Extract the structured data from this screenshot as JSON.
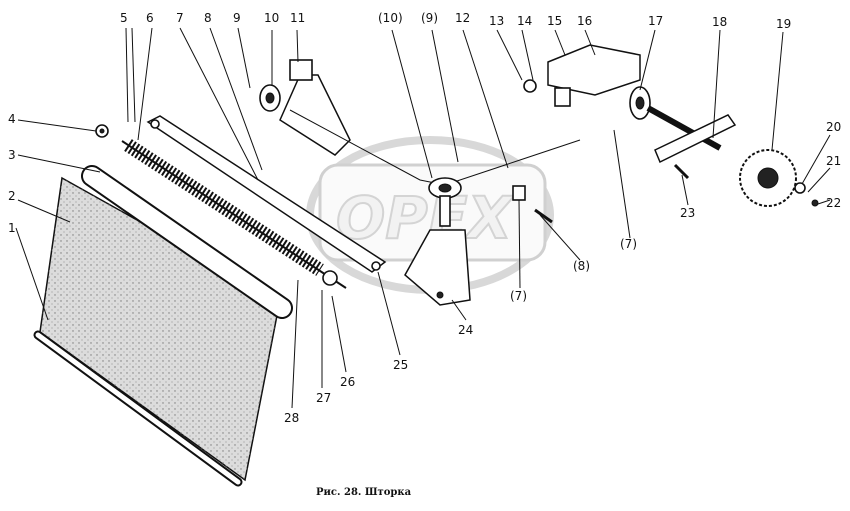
{
  "caption": "Рис. 28. Шторка",
  "watermark": "OPEX",
  "callouts": [
    {
      "text": "1"
    },
    {
      "text": "2"
    },
    {
      "text": "3"
    },
    {
      "text": "4"
    },
    {
      "text": "5"
    },
    {
      "text": "6"
    },
    {
      "text": "7"
    },
    {
      "text": "8"
    },
    {
      "text": "9"
    },
    {
      "text": "10"
    },
    {
      "text": "11"
    },
    {
      "text": "(10)"
    },
    {
      "text": "(9)"
    },
    {
      "text": "12"
    },
    {
      "text": "13"
    },
    {
      "text": "14"
    },
    {
      "text": "15"
    },
    {
      "text": "16"
    },
    {
      "text": "17"
    },
    {
      "text": "18"
    },
    {
      "text": "19"
    },
    {
      "text": "20"
    },
    {
      "text": "21"
    },
    {
      "text": "22"
    },
    {
      "text": "23"
    },
    {
      "text": "(7)"
    },
    {
      "text": "(8)"
    },
    {
      "text": "(7)"
    },
    {
      "text": "24"
    },
    {
      "text": "25"
    },
    {
      "text": "26"
    },
    {
      "text": "27"
    },
    {
      "text": "28"
    }
  ]
}
